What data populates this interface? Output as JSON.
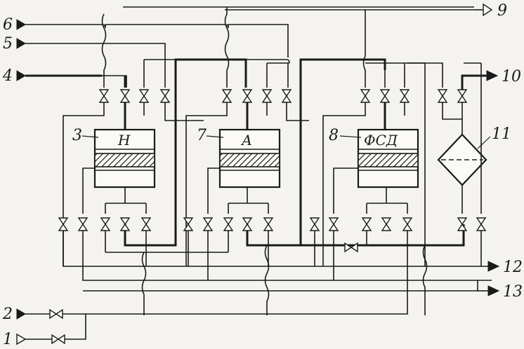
{
  "vessels": [
    {
      "number": "3",
      "label": "Н"
    },
    {
      "number": "7",
      "label": "А"
    },
    {
      "number": "8",
      "label": "ФСД"
    }
  ],
  "filter": {
    "number": "11"
  },
  "inputs": [
    {
      "number": "6"
    },
    {
      "number": "5"
    },
    {
      "number": "4"
    },
    {
      "number": "2"
    },
    {
      "number": "1"
    }
  ],
  "outputs": [
    {
      "number": "9"
    },
    {
      "number": "10"
    },
    {
      "number": "12"
    },
    {
      "number": "13"
    }
  ]
}
